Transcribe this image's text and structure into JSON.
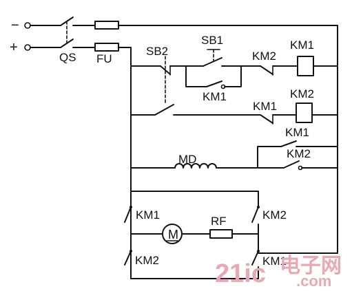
{
  "terminals": {
    "minus": "−",
    "plus": "+"
  },
  "labels": {
    "qs": "QS",
    "fu": "FU",
    "sb1": "SB1",
    "sb2": "SB2",
    "km1_hold": "KM1",
    "km2_nc_row1": "KM2",
    "km1_coil": "KM1",
    "km1_nc_row2": "KM1",
    "km2_coil": "KM2",
    "km1_row2_below": "KM1",
    "km2_contact_md": "KM2",
    "md": "MD",
    "km1_main_left": "KM1",
    "km2_main_right": "KM2",
    "motor": "M",
    "rf": "RF",
    "km2_main_left": "KM2",
    "km1_main_right": "KM1"
  },
  "watermark": {
    "number": "21ic",
    "cn": "电子网",
    "domain": ".com"
  }
}
